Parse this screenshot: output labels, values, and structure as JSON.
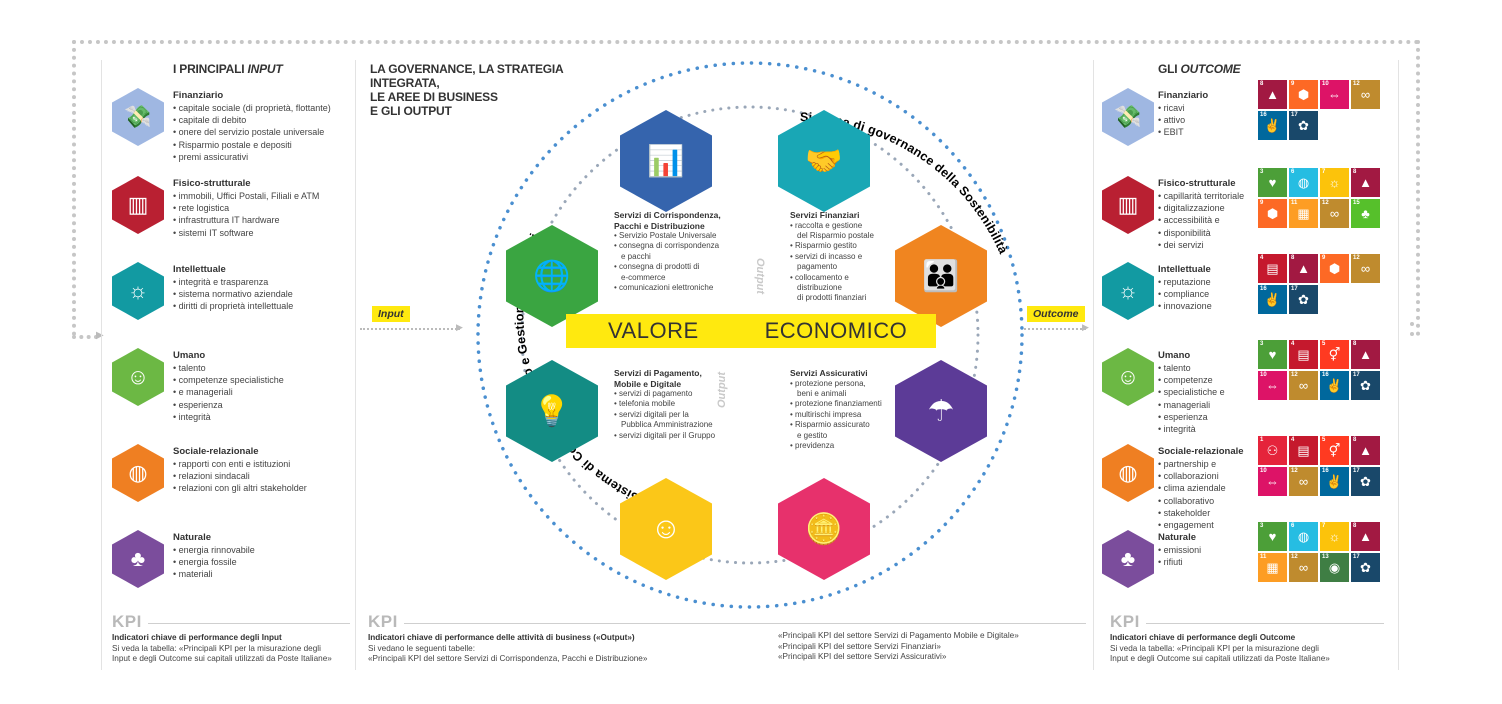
{
  "left": {
    "title_prefix": "I PRINCIPALI ",
    "title_em": "INPUT",
    "capitals": [
      {
        "name": "Finanziario",
        "color": "#9fb7e2",
        "icon": "money-hand-icon",
        "glyph": "💸",
        "items": [
          "capitale sociale (di proprietà, flottante)",
          "capitale di debito",
          "onere del servizio postale universale",
          "Risparmio postale e depositi",
          "premi assicurativi"
        ]
      },
      {
        "name": "Fisico-strutturale",
        "color": "#b92032",
        "icon": "building-icon",
        "glyph": "▥",
        "items": [
          "immobili, Uffici Postali, Filiali e ATM",
          "rete logistica",
          "infrastruttura IT hardware",
          "sistemi IT software"
        ]
      },
      {
        "name": "Intellettuale",
        "color": "#129aa2",
        "icon": "lightbulb-brain-icon",
        "glyph": "☼",
        "items": [
          "integrità e trasparenza",
          "sistema normativo aziendale",
          "diritti di proprietà intellettuale"
        ]
      },
      {
        "name": "Umano",
        "color": "#6cb844",
        "icon": "people-icon",
        "glyph": "☺",
        "items": [
          "talento",
          "competenze specialistiche",
          "e manageriali",
          "esperienza",
          "integrità"
        ]
      },
      {
        "name": "Sociale-relazionale",
        "color": "#ef7f22",
        "icon": "globe-people-icon",
        "glyph": "◍",
        "items": [
          "rapporti con enti e istituzioni",
          "relazioni sindacali",
          "relazioni con gli altri stakeholder"
        ]
      },
      {
        "name": "Naturale",
        "color": "#7b4d9c",
        "icon": "trees-icon",
        "glyph": "♣",
        "items": [
          "energia rinnovabile",
          "energia fossile",
          "materiali"
        ]
      }
    ],
    "kpi_label": "KPI",
    "kpi_heading": "Indicatori chiave di performance degli Input",
    "kpi_lines": [
      "Si veda la tabella: «Principali KPI per la misurazione degli",
      "Input e degli Outcome sui capitali utilizzati da Poste Italiane»"
    ]
  },
  "center": {
    "title_lines": [
      "LA GOVERNANCE, LA STRATEGIA INTEGRATA,",
      "LE AREE DI BUSINESS",
      "E GLI OUTPUT"
    ],
    "input_tag": "Input",
    "outcome_tag": "Outcome",
    "value_left": "VALORE",
    "value_right": "ECONOMICO",
    "output_label": "Output",
    "left_arc_text": "Sistema di Controllo Interno e Gestione dei Rischi",
    "right_arc_text": "Sistema di governance della Sostenibilità",
    "hexes": [
      {
        "color": "#3564ad",
        "icon": "chart-hand-icon",
        "glyph": "📊"
      },
      {
        "color": "#19a7b5",
        "icon": "handshake-icon",
        "glyph": "🤝"
      },
      {
        "color": "#f08520",
        "icon": "family-hand-icon",
        "glyph": "👪"
      },
      {
        "color": "#5c3b97",
        "icon": "umbrella-icon",
        "glyph": "☂"
      },
      {
        "color": "#e7316c",
        "icon": "coin-hand-icon",
        "glyph": "🪙"
      },
      {
        "color": "#fbc718",
        "icon": "smiley-icon",
        "glyph": "☺"
      },
      {
        "color": "#138c84",
        "icon": "bulb-icon",
        "glyph": "💡"
      },
      {
        "color": "#3aa541",
        "icon": "globe-icon",
        "glyph": "🌐"
      }
    ],
    "businesses": {
      "corrispondenza": {
        "title": [
          "Servizi di Corrispondenza,",
          "Pacchi e Distribuzione"
        ],
        "items": [
          [
            "Servizio Postale Universale"
          ],
          [
            "consegna di corrispondenza",
            "e pacchi"
          ],
          [
            "consegna di prodotti di",
            "e-commerce"
          ],
          [
            "comunicazioni elettroniche"
          ]
        ]
      },
      "finanziari": {
        "title": [
          "Servizi Finanziari"
        ],
        "items": [
          [
            "raccolta e gestione",
            "del Risparmio postale"
          ],
          [
            "Risparmio gestito"
          ],
          [
            "servizi di incasso e",
            "pagamento"
          ],
          [
            "collocamento e",
            "distribuzione",
            "di prodotti finanziari"
          ]
        ]
      },
      "pagamento": {
        "title": [
          "Servizi di Pagamento,",
          "Mobile e Digitale"
        ],
        "items": [
          [
            "servizi di pagamento"
          ],
          [
            "telefonia mobile"
          ],
          [
            "servizi digitali per la",
            "Pubblica Amministrazione"
          ],
          [
            "servizi digitali per il Gruppo"
          ]
        ]
      },
      "assicurativi": {
        "title": [
          "Servizi Assicurativi"
        ],
        "items": [
          [
            "protezione persona,",
            "beni e animali"
          ],
          [
            "protezione finanziamenti"
          ],
          [
            "multirischi impresa"
          ],
          [
            "Risparmio assicurato",
            "e gestito"
          ],
          [
            "previdenza"
          ]
        ]
      }
    },
    "kpi_label": "KPI",
    "kpi_heading": "Indicatori chiave di performance delle attività di business («Output»)",
    "kpi_lines_left": [
      "Si vedano le seguenti tabelle:",
      "«Principali KPI del settore Servizi di Corrispondenza, Pacchi e Distribuzione»"
    ],
    "kpi_lines_right": [
      "«Principali KPI del settore Servizi di Pagamento Mobile e Digitale»",
      "«Principali KPI del settore Servizi Finanziari»",
      "«Principali KPI del settore Servizi Assicurativi»"
    ]
  },
  "right": {
    "title_prefix": "GLI ",
    "title_em": "OUTCOME",
    "capitals": [
      {
        "name": "Finanziario",
        "color": "#9fb7e2",
        "icon": "money-hand-icon",
        "glyph": "💸",
        "items": [
          "ricavi",
          "attivo",
          "EBIT"
        ],
        "sdgs": [
          8,
          9,
          10,
          12,
          16,
          17
        ]
      },
      {
        "name": "Fisico-strutturale",
        "color": "#b92032",
        "icon": "building-icon",
        "glyph": "▥",
        "items": [
          "capillarità territoriale",
          "digitalizzazione",
          "accessibilità e",
          "disponibilità",
          "dei servizi"
        ],
        "sdgs": [
          3,
          6,
          7,
          8,
          9,
          11,
          12,
          15
        ]
      },
      {
        "name": "Intellettuale",
        "color": "#129aa2",
        "icon": "lightbulb-brain-icon",
        "glyph": "☼",
        "items": [
          "reputazione",
          "compliance",
          "innovazione"
        ],
        "sdgs": [
          4,
          8,
          9,
          12,
          16,
          17
        ]
      },
      {
        "name": "Umano",
        "color": "#6cb844",
        "icon": "people-icon",
        "glyph": "☺",
        "items": [
          "talento",
          "competenze",
          "specialistiche e",
          "manageriali",
          "esperienza",
          "integrità"
        ],
        "sdgs": [
          3,
          4,
          5,
          8,
          10,
          12,
          16,
          17
        ]
      },
      {
        "name": "Sociale-relazionale",
        "color": "#ef7f22",
        "icon": "globe-people-icon",
        "glyph": "◍",
        "items": [
          "partnership e",
          "collaborazioni",
          "clima aziendale",
          "collaborativo",
          "stakeholder",
          "engagement"
        ],
        "sdgs": [
          1,
          4,
          5,
          8,
          10,
          12,
          16,
          17
        ]
      },
      {
        "name": "Naturale",
        "color": "#7b4d9c",
        "icon": "trees-icon",
        "glyph": "♣",
        "items": [
          "emissioni",
          "rifiuti"
        ],
        "sdgs": [
          3,
          6,
          7,
          8,
          11,
          12,
          13,
          17
        ]
      }
    ],
    "kpi_label": "KPI",
    "kpi_heading": "Indicatori chiave di performance degli Outcome",
    "kpi_lines": [
      "Si veda la tabella: «Principali KPI per la misurazione degli",
      "Input e degli Outcome sui capitali utilizzati da Poste Italiane»"
    ]
  },
  "sdg_colors": {
    "1": "#e5243b",
    "3": "#4c9f38",
    "4": "#c5192d",
    "5": "#ff3a21",
    "6": "#26bde2",
    "7": "#fcc30b",
    "8": "#a21942",
    "9": "#fd6925",
    "10": "#dd1367",
    "11": "#fd9d24",
    "12": "#bf8b2e",
    "13": "#3f7e44",
    "15": "#56c02b",
    "16": "#00689d",
    "17": "#19486a"
  },
  "sdg_glyphs": {
    "1": "⚇",
    "3": "♥",
    "4": "▤",
    "5": "⚥",
    "6": "◍",
    "7": "☼",
    "8": "▲",
    "9": "⬢",
    "10": "⇔",
    "11": "▦",
    "12": "∞",
    "13": "◉",
    "15": "♣",
    "16": "✌",
    "17": "✿"
  }
}
